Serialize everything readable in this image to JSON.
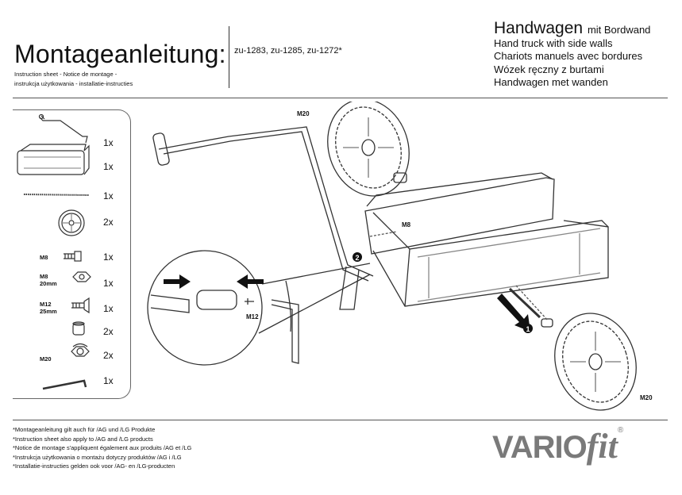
{
  "header": {
    "title": "Montageanleitung:",
    "subtitle_lines": [
      "Instruction sheet - Notice de montage  -",
      "instrukcja użytkowania - installatie-instructies"
    ],
    "models": "zu-1283, zu-1285, zu-1272*",
    "product_main": "Handwagen",
    "product_main_suffix": "mit Bordwand",
    "product_names": [
      "Hand truck with side walls",
      "Chariots manuels avec bordures",
      "Wózek ręczny z burtami",
      "Handwagen met wanden"
    ]
  },
  "parts": [
    {
      "qty": "1x",
      "label": "",
      "sub": "",
      "icon": "handle-bar-icon"
    },
    {
      "qty": "1x",
      "label": "",
      "sub": "",
      "icon": "cart-bed-icon"
    },
    {
      "qty": "1x",
      "label": "",
      "sub": "",
      "icon": "axle-rod-icon"
    },
    {
      "qty": "2x",
      "label": "",
      "sub": "",
      "icon": "wheel-icon"
    },
    {
      "qty": "1x",
      "label": "M8",
      "sub": "",
      "icon": "bolt-icon"
    },
    {
      "qty": "1x",
      "label": "M8",
      "sub": "20mm",
      "icon": "nut-icon"
    },
    {
      "qty": "1x",
      "label": "M12",
      "sub": "25mm",
      "icon": "screw-icon"
    },
    {
      "qty": "2x",
      "label": "",
      "sub": "",
      "icon": "sleeve-icon"
    },
    {
      "qty": "2x",
      "label": "M20",
      "sub": "",
      "icon": "lock-nut-icon"
    },
    {
      "qty": "1x",
      "label": "",
      "sub": "",
      "icon": "allen-key-icon"
    }
  ],
  "diagram": {
    "label_m20_top": "M20",
    "label_m8": "M8",
    "label_m12": "M12",
    "label_m20_bottom": "M20",
    "step1": "1",
    "step2": "2"
  },
  "footnotes": [
    "*Montageanleitung gilt auch für /AG und /LG Produkte",
    "*Instruction sheet also apply to /AG and /LG products",
    "*Notice de montage s'appliquent également aux produits /AG et /LG",
    "*Instrukcja użytkowania o montażu dotyczy produktów /AG i /LG",
    "*Installatie-instructies gelden ook voor /AG- en /LG-producten"
  ],
  "logo": {
    "part1": "VARIO",
    "part2": "fit",
    "registered": "®",
    "color": "#7a7a7a"
  }
}
